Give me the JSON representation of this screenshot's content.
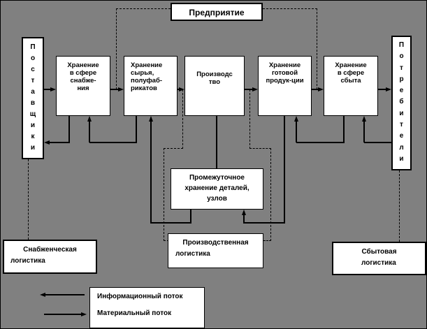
{
  "diagram": {
    "type": "logistics-flow-diagram",
    "colors": {
      "background": "#808080",
      "box_fill": "#FFFFFF",
      "line": "#000000",
      "text": "#000000"
    },
    "enterprise": {
      "label": "Предприятие"
    },
    "suppliers": {
      "label": "П\nо\nс\nт\nа\nв\nщ\nи\nк\nи"
    },
    "consumers": {
      "label": "П\nо\nт\nр\nе\nб\nи\nт\nе\nл\nи"
    },
    "boxes": [
      {
        "label": "Хранение\nв сфере\nснабже-\nния"
      },
      {
        "label": "Хранение\nсырья,\nполуфаб-\nрикатов"
      },
      {
        "label": "Производс\nтво"
      },
      {
        "label": "Хранение\nготовой\nпродук-ции"
      },
      {
        "label": "Хранение\nв сфере\nсбыта"
      }
    ],
    "intermediate": {
      "label": "Промежуточное\nхранение деталей,\nузлов"
    },
    "logistics": {
      "supply": {
        "line1": "Снабженческая",
        "line2": "логистика"
      },
      "production": {
        "line1": "Производственная",
        "line2": "логистика"
      },
      "sales": {
        "line1": "Сбытовая",
        "line2": "логистика"
      }
    },
    "legend": {
      "information": "Информационный поток",
      "material": "Материальный поток"
    }
  }
}
